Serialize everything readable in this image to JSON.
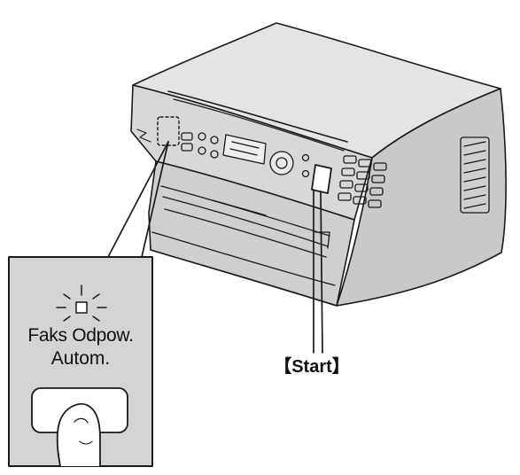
{
  "callout": {
    "button_label_line1": "Faks Odpow.",
    "button_label_line2": "Autom."
  },
  "start_key": {
    "label": "【Start】"
  },
  "colors": {
    "line": "#1a1a1a",
    "body_fill": "#d6d6d6",
    "top_fill": "#e4e4e4",
    "front_fill": "#cfcfcf",
    "inset_fill": "#d4d4d4",
    "highlight": "#ffffff"
  },
  "icons": [
    "printer-icon",
    "indicator-light-icon",
    "finger-press-icon",
    "start-key-icon"
  ]
}
